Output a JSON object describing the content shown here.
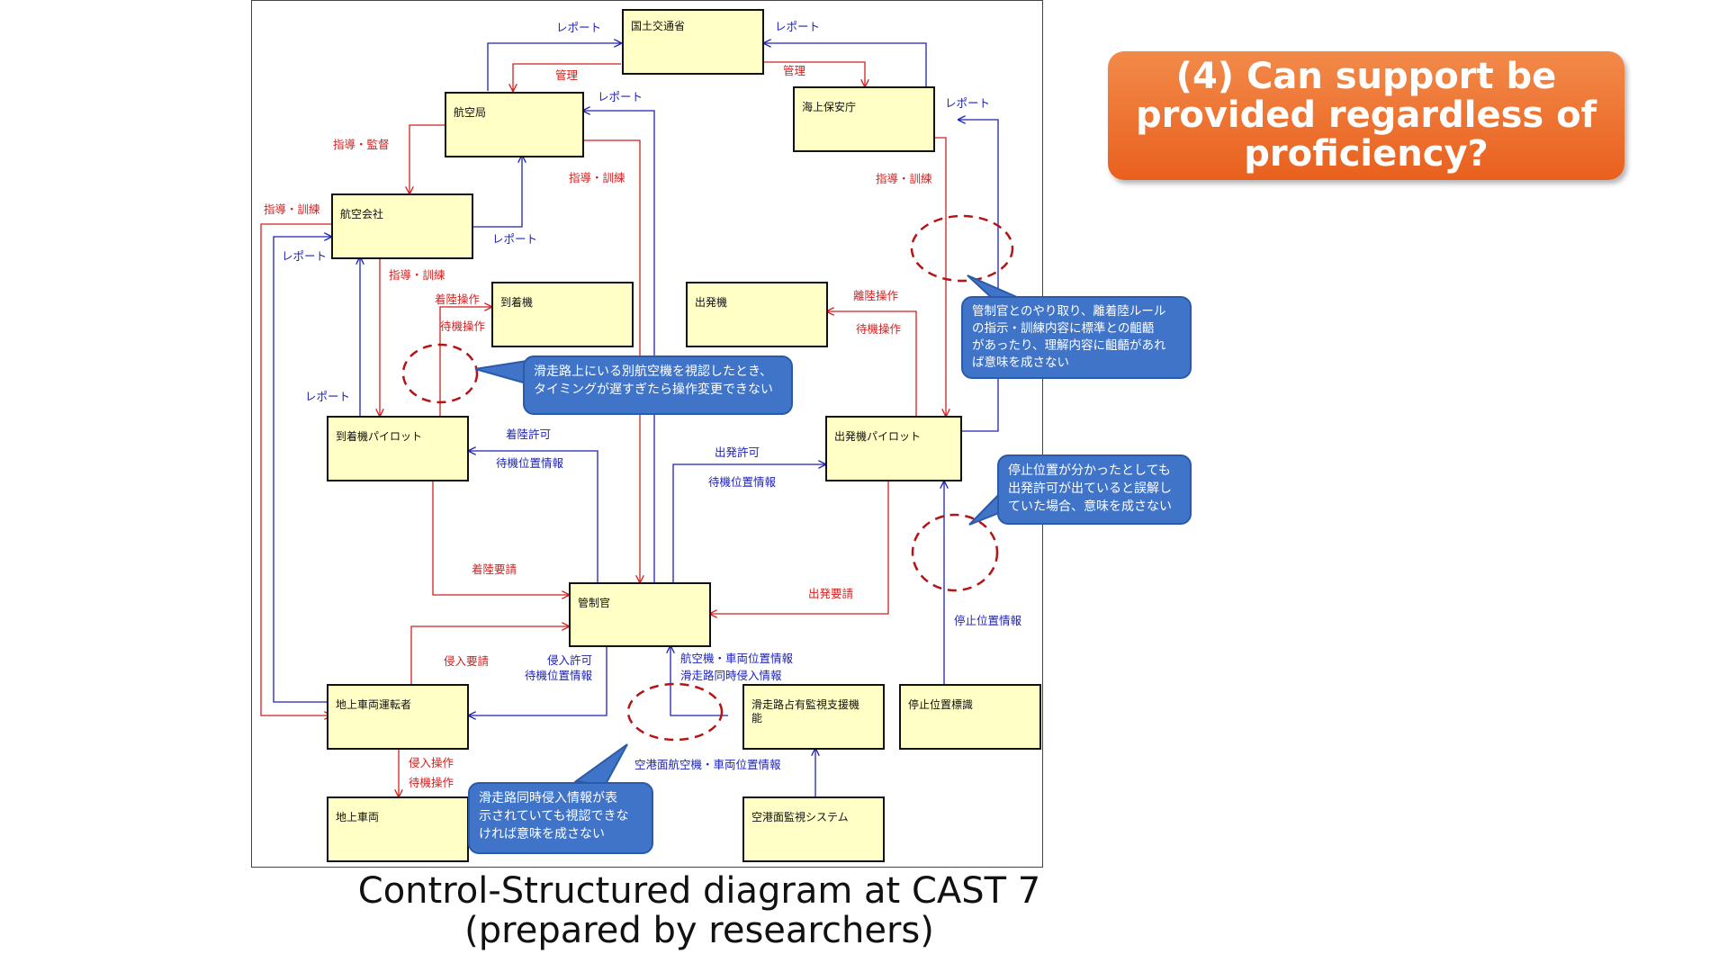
{
  "title_banner": {
    "line1": "(4) Can support be",
    "line2": "provided regardless of",
    "line3": "proficiency?"
  },
  "caption": {
    "line1": "Control-Structured diagram at CAST 7",
    "line2": "(prepared by researchers)"
  },
  "nodes": {
    "mlit": "国土交通省",
    "civil_aviation_bureau": "航空局",
    "coast_guard": "海上保安庁",
    "airline": "航空会社",
    "arrival_aircraft": "到着機",
    "departure_aircraft": "出発機",
    "arrival_pilot": "到着機パイロット",
    "departure_pilot": "出発機パイロット",
    "controller": "管制官",
    "ground_vehicle_driver": "地上車両運転者",
    "ground_vehicle": "地上車両",
    "runway_monitor_line1": "滑走路占有監視支援機",
    "runway_monitor_line2": "能",
    "stop_marker": "停止位置標識",
    "surface_surveillance": "空港面監視システム"
  },
  "labels": {
    "report_1": "レポート",
    "report_2": "レポート",
    "manage_1": "管理",
    "manage_2": "管理",
    "report_3": "レポート",
    "report_4": "レポート",
    "guide_audit": "指導・監督",
    "guide_train_1": "指導・訓練",
    "guide_train_2": "指導・訓練",
    "guide_train_3": "指導・訓練",
    "guide_train_4": "指導・訓練",
    "report_5": "レポート",
    "report_6": "レポート",
    "report_7": "レポート",
    "landing_op": "着陸操作",
    "hold_op_1": "待機操作",
    "takeoff_op": "離陸操作",
    "hold_op_2": "待機操作",
    "landing_clearance": "着陸許可",
    "hold_position_info_1": "待機位置情報",
    "departure_clearance": "出発許可",
    "hold_position_info_2": "待機位置情報",
    "landing_request": "着陸要請",
    "departure_request": "出発要請",
    "entry_request": "侵入要請",
    "entry_clearance": "侵入許可",
    "hold_position_info_3": "待機位置情報",
    "aircraft_vehicle_pos_info": "航空機・車両位置情報",
    "runway_simul_entry_info": "滑走路同時侵入情報",
    "surface_aircraft_vehicle_pos": "空港面航空機・車両位置情報",
    "stop_position_info": "停止位置情報",
    "entry_op": "侵入操作",
    "hold_op_3": "待機操作"
  },
  "callouts": {
    "arrival_timing": {
      "line1": "滑走路上にいる別航空機を視認したとき、",
      "line2": "タイミングが遅すぎたら操作変更できない"
    },
    "controller_comm": {
      "line1": "管制官とのやり取り、離着陸ルール",
      "line2": "の指示・訓練内容に標準との齟齬",
      "line3": "があったり、理解内容に齟齬があれ",
      "line4": "ば意味を成さない"
    },
    "stop_position": {
      "line1": "停止位置が分かったとしても",
      "line2": "出発許可が出ていると誤解し",
      "line3": "ていた場合、意味を成さない"
    },
    "runway_info": {
      "line1": "滑走路同時侵入情報が表",
      "line2": "示されていても視認できな",
      "line3": "ければ意味を成さない"
    }
  },
  "colors": {
    "control_red": "#d21f1f",
    "feedback_blue": "#1c22b8",
    "box_fill": "#ffffc6",
    "callout_blue": "#3f74c8",
    "dashed_circle": "#b41414",
    "banner_orange": "#ec6a28"
  }
}
